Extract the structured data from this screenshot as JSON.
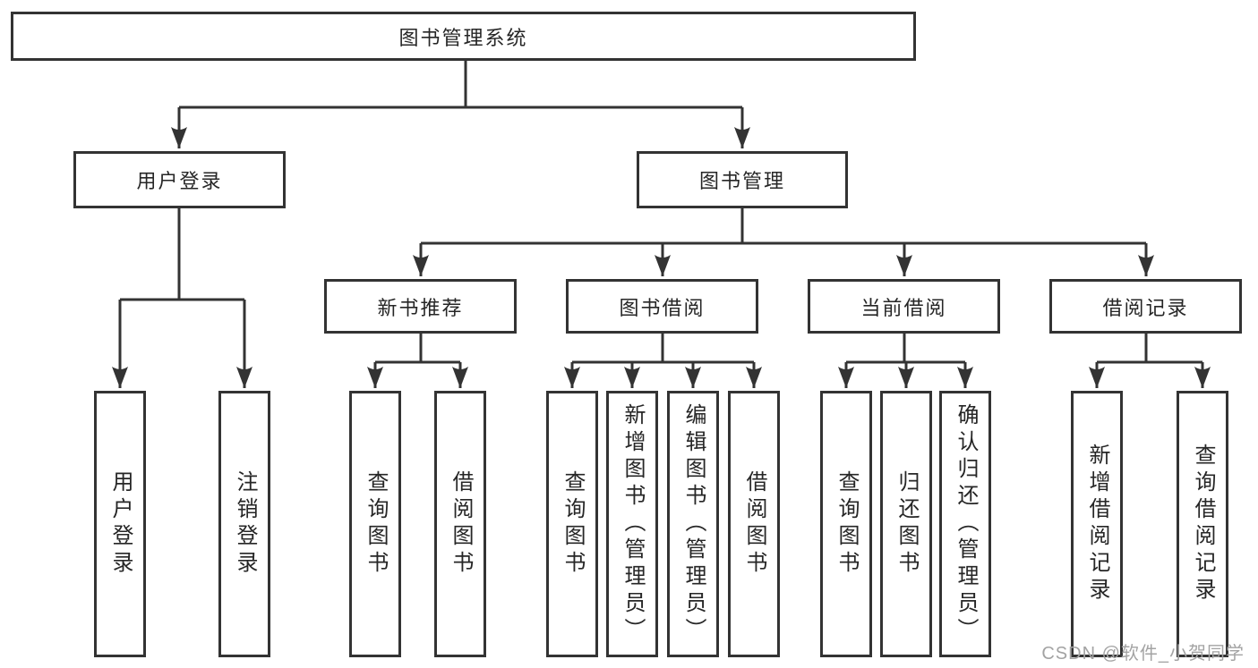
{
  "diagram": {
    "root_label": "图书管理系统",
    "level1": {
      "user_login": "用户登录",
      "book_management": "图书管理"
    },
    "level2": {
      "new_book": "新书推荐",
      "book_borrow": "图书借阅",
      "current_borrow": "当前借阅",
      "borrow_records": "借阅记录"
    },
    "leaves": {
      "user_login_children": [
        "用户登录",
        "注销登录"
      ],
      "new_book_children": [
        "查询图书",
        "借阅图书"
      ],
      "book_borrow_children": [
        "查询图书",
        "新增图书（管理员）",
        "编辑图书（管理员）",
        "借阅图书"
      ],
      "current_borrow_children": [
        "查询图书",
        "归还图书",
        "确认归还（管理员）"
      ],
      "borrow_records_children": [
        "新增借阅记录",
        "查询借阅记录"
      ]
    }
  },
  "watermark": "CSDN @软件_小贺同学",
  "colors": {
    "line": "#333333",
    "text": "#262626",
    "watermark_gray": "#a3a3a3",
    "background": "#ffffff"
  }
}
